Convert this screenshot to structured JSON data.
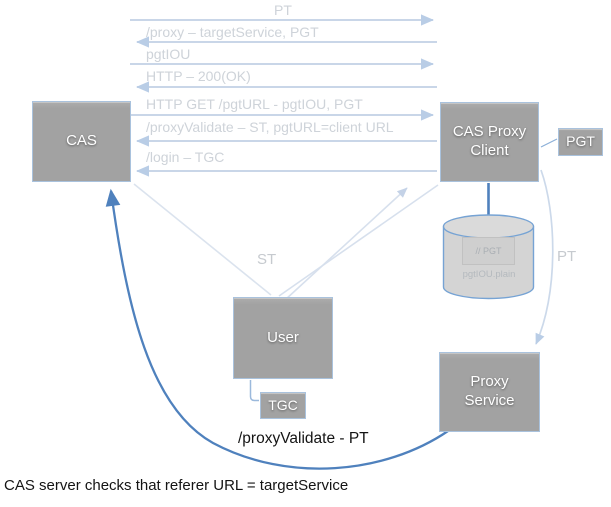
{
  "diagram": {
    "caption": "CAS server checks that referer URL = targetService",
    "nodes": {
      "cas": {
        "label": "CAS"
      },
      "cas_proxy_client": {
        "label": "CAS Proxy Client"
      },
      "pgt": {
        "label": "PGT"
      },
      "user": {
        "label": "User"
      },
      "tgc": {
        "label": "TGC"
      },
      "proxy_service": {
        "label": "Proxy Service"
      },
      "pgt_store": {
        "label": "// PGT",
        "sublabel": "pgtIOU.plain"
      }
    },
    "messages": [
      {
        "label": "PT",
        "direction": "right"
      },
      {
        "label": "/proxy – targetService, PGT",
        "direction": "left"
      },
      {
        "label": "pgtIOU",
        "direction": "right"
      },
      {
        "label": "HTTP – 200(OK)",
        "direction": "left"
      },
      {
        "label": "HTTP GET /pgtURL - pgtIOU, PGT",
        "direction": "right"
      },
      {
        "label": "/proxyValidate – ST, pgtURL=client URL",
        "direction": "left"
      },
      {
        "label": "/login – TGC",
        "direction": "left"
      }
    ],
    "edge_labels": {
      "st": "ST",
      "pt": "PT",
      "proxy_validate_pt": "/proxyValidate - PT"
    },
    "colors": {
      "node_fill": "#a2a2a2",
      "node_border": "#a9c2dd",
      "light_arrow": "#c9d6e8",
      "light_label_text": "#ced3d9",
      "dark_arrow": "#4f81bd",
      "cylinder_fill": "#d4d4d4",
      "cylinder_border": "#76a3d4",
      "caption_text": "#141414"
    }
  }
}
